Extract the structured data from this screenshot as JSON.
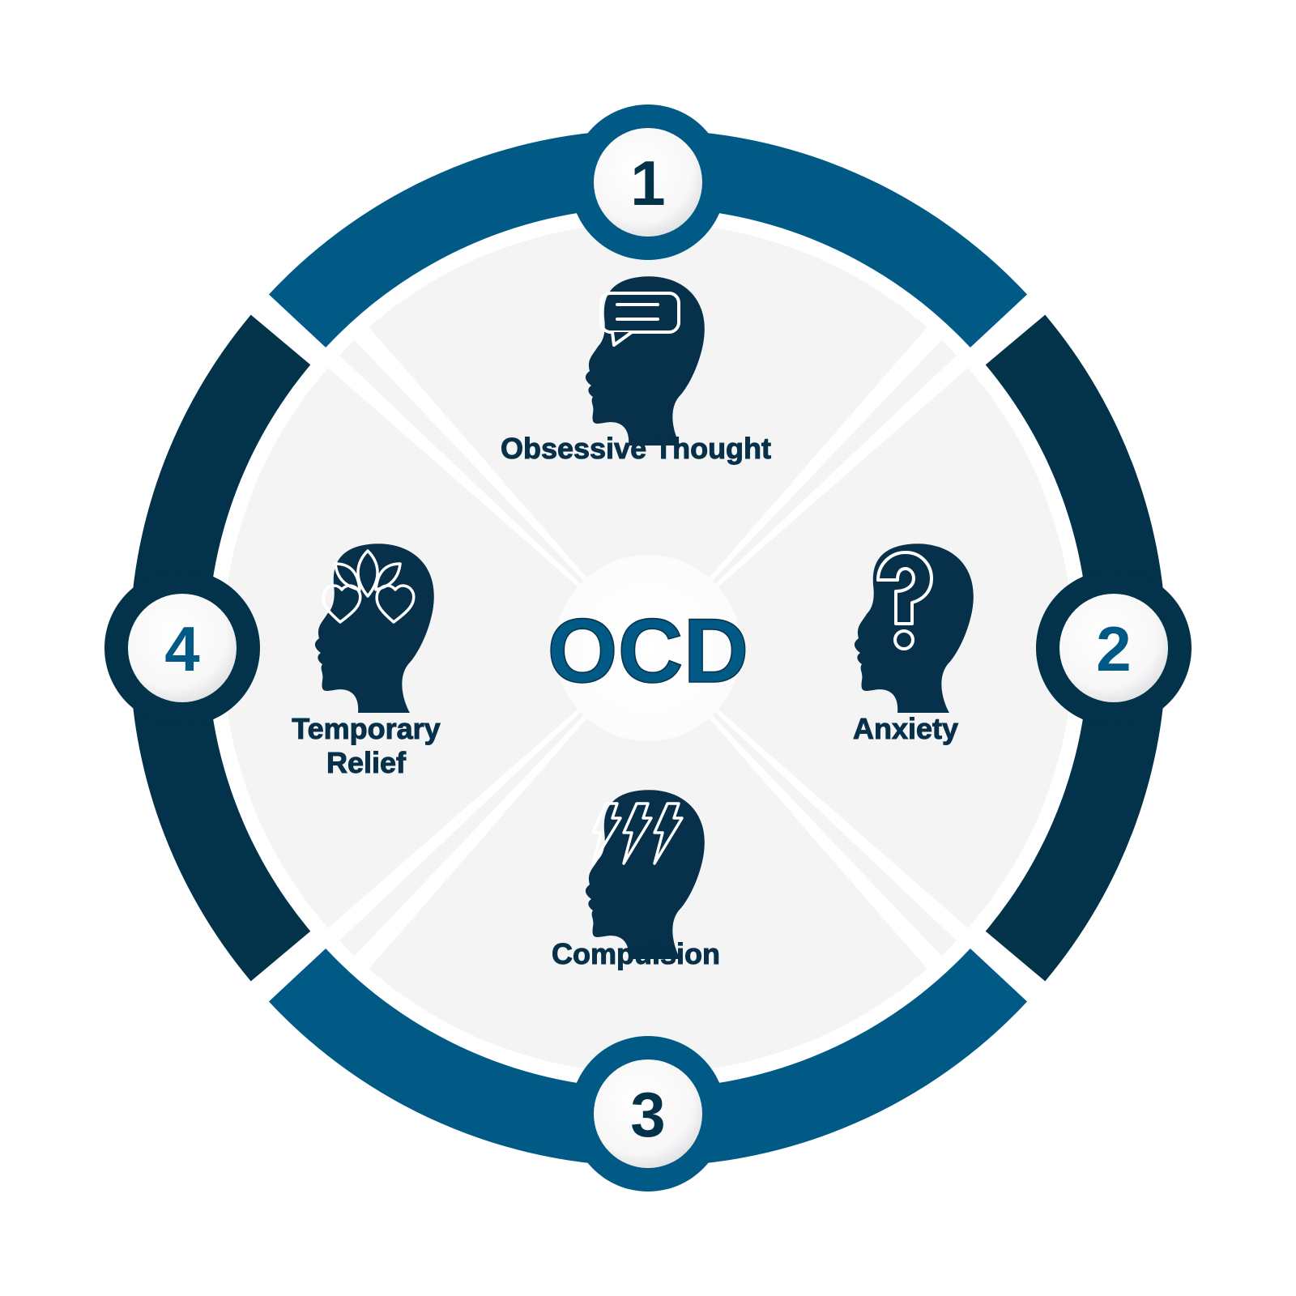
{
  "center": {
    "title": "OCD"
  },
  "steps": [
    {
      "number": "1",
      "label_lines": [
        "Obsessive Thought"
      ],
      "icon": "head-speech-bubble-icon"
    },
    {
      "number": "2",
      "label_lines": [
        "Anxiety"
      ],
      "icon": "head-question-mark-icon"
    },
    {
      "number": "3",
      "label_lines": [
        "Compulsion"
      ],
      "icon": "head-lightning-icon"
    },
    {
      "number": "4",
      "label_lines": [
        "Temporary",
        "Relief"
      ],
      "icon": "head-hearts-leaves-icon"
    }
  ],
  "colors": {
    "ring_light": "#005a85",
    "ring_dark": "#03334b",
    "icon": "#07304a",
    "sector_fill": "#f4f4f5",
    "badge_fill": "#ffffff"
  }
}
